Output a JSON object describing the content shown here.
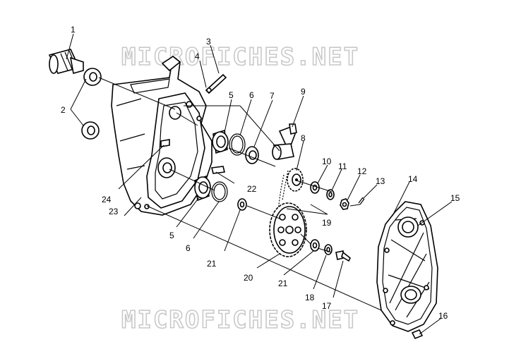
{
  "watermark": {
    "top": "MICROFICHES.NET",
    "bottom": "MICROFICHES.NET"
  },
  "callouts": [
    {
      "id": "c1",
      "label": "1"
    },
    {
      "id": "c2",
      "label": "2"
    },
    {
      "id": "c3",
      "label": "3"
    },
    {
      "id": "c4",
      "label": "4"
    },
    {
      "id": "c5a",
      "label": "5"
    },
    {
      "id": "c6a",
      "label": "6"
    },
    {
      "id": "c7",
      "label": "7"
    },
    {
      "id": "c8",
      "label": "8"
    },
    {
      "id": "c9",
      "label": "9"
    },
    {
      "id": "c10",
      "label": "10"
    },
    {
      "id": "c11",
      "label": "11"
    },
    {
      "id": "c12",
      "label": "12"
    },
    {
      "id": "c13",
      "label": "13"
    },
    {
      "id": "c14",
      "label": "14"
    },
    {
      "id": "c15",
      "label": "15"
    },
    {
      "id": "c16",
      "label": "16"
    },
    {
      "id": "c17",
      "label": "17"
    },
    {
      "id": "c18",
      "label": "18"
    },
    {
      "id": "c19",
      "label": "19"
    },
    {
      "id": "c20",
      "label": "20"
    },
    {
      "id": "c21a",
      "label": "21"
    },
    {
      "id": "c21b",
      "label": "21"
    },
    {
      "id": "c22",
      "label": "22"
    },
    {
      "id": "c23",
      "label": "23"
    },
    {
      "id": "c24",
      "label": "24"
    },
    {
      "id": "c5b",
      "label": "5"
    },
    {
      "id": "c6b",
      "label": "6"
    }
  ]
}
